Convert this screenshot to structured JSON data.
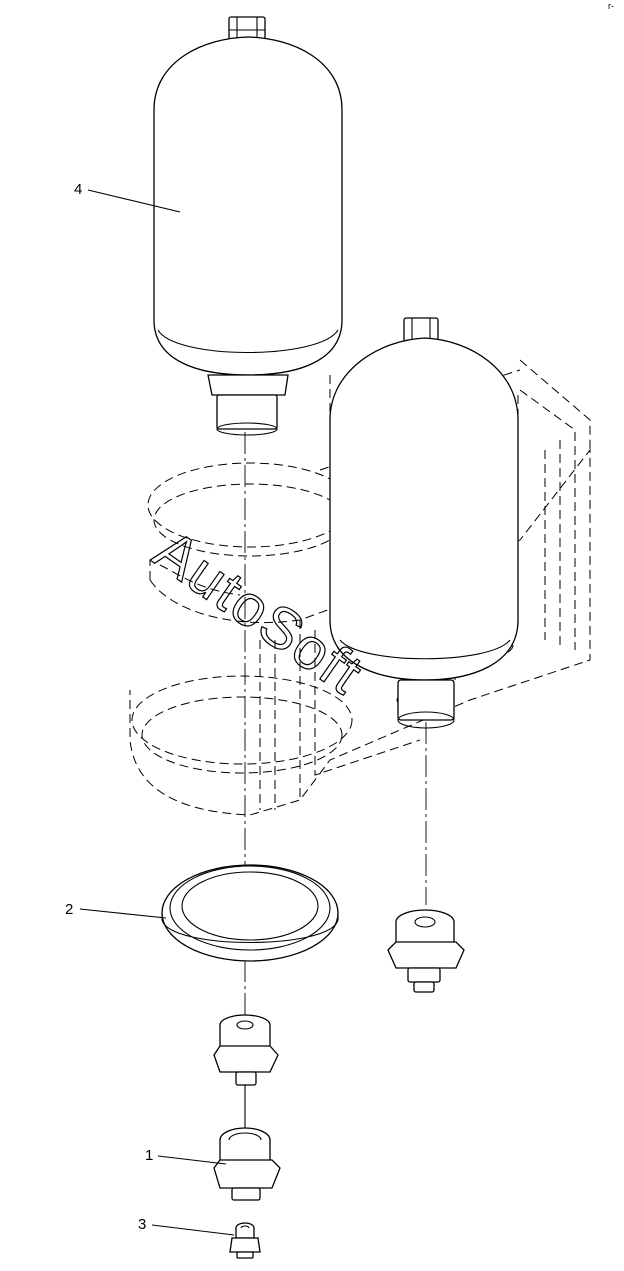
{
  "corner_mark": "r-",
  "watermark": "AutoSoft",
  "callouts": [
    {
      "id": "4",
      "label": "4"
    },
    {
      "id": "2",
      "label": "2"
    },
    {
      "id": "1",
      "label": "1"
    },
    {
      "id": "3",
      "label": "3"
    }
  ],
  "colors": {
    "ink": "#000000",
    "paper": "#ffffff"
  }
}
